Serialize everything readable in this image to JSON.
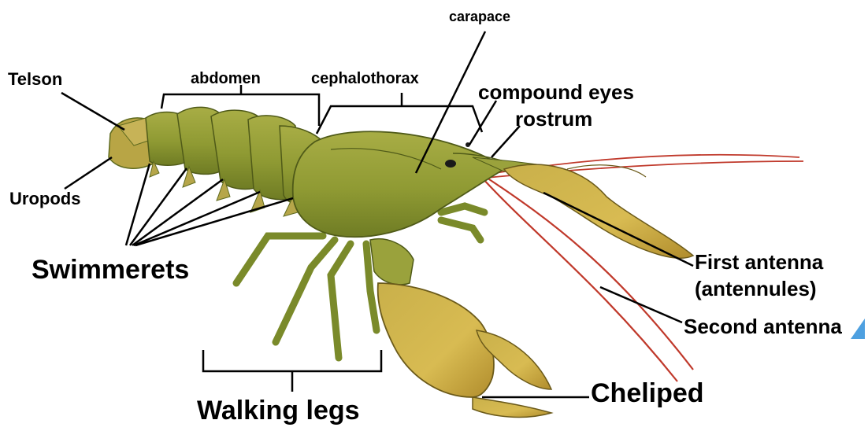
{
  "labels": {
    "telson": "Telson",
    "abdomen": "abdomen",
    "cephalothorax": "cephalothorax",
    "carapace": "carapace",
    "compound_eyes": "compound eyes",
    "rostrum": "rostrum",
    "uropods": "Uropods",
    "swimmerets": "Swimmerets",
    "first_antenna": "First antenna",
    "antennules": "(antennules)",
    "second_antenna": "Second antenna",
    "walking_legs": "Walking legs",
    "cheliped": "Cheliped"
  },
  "colors": {
    "body": "#8f9a33",
    "body_dark": "#5e6a1e",
    "claw": "#d4b248",
    "antenna": "#c0392b",
    "line": "#000000",
    "corner_accent": "#4ea0e0"
  }
}
